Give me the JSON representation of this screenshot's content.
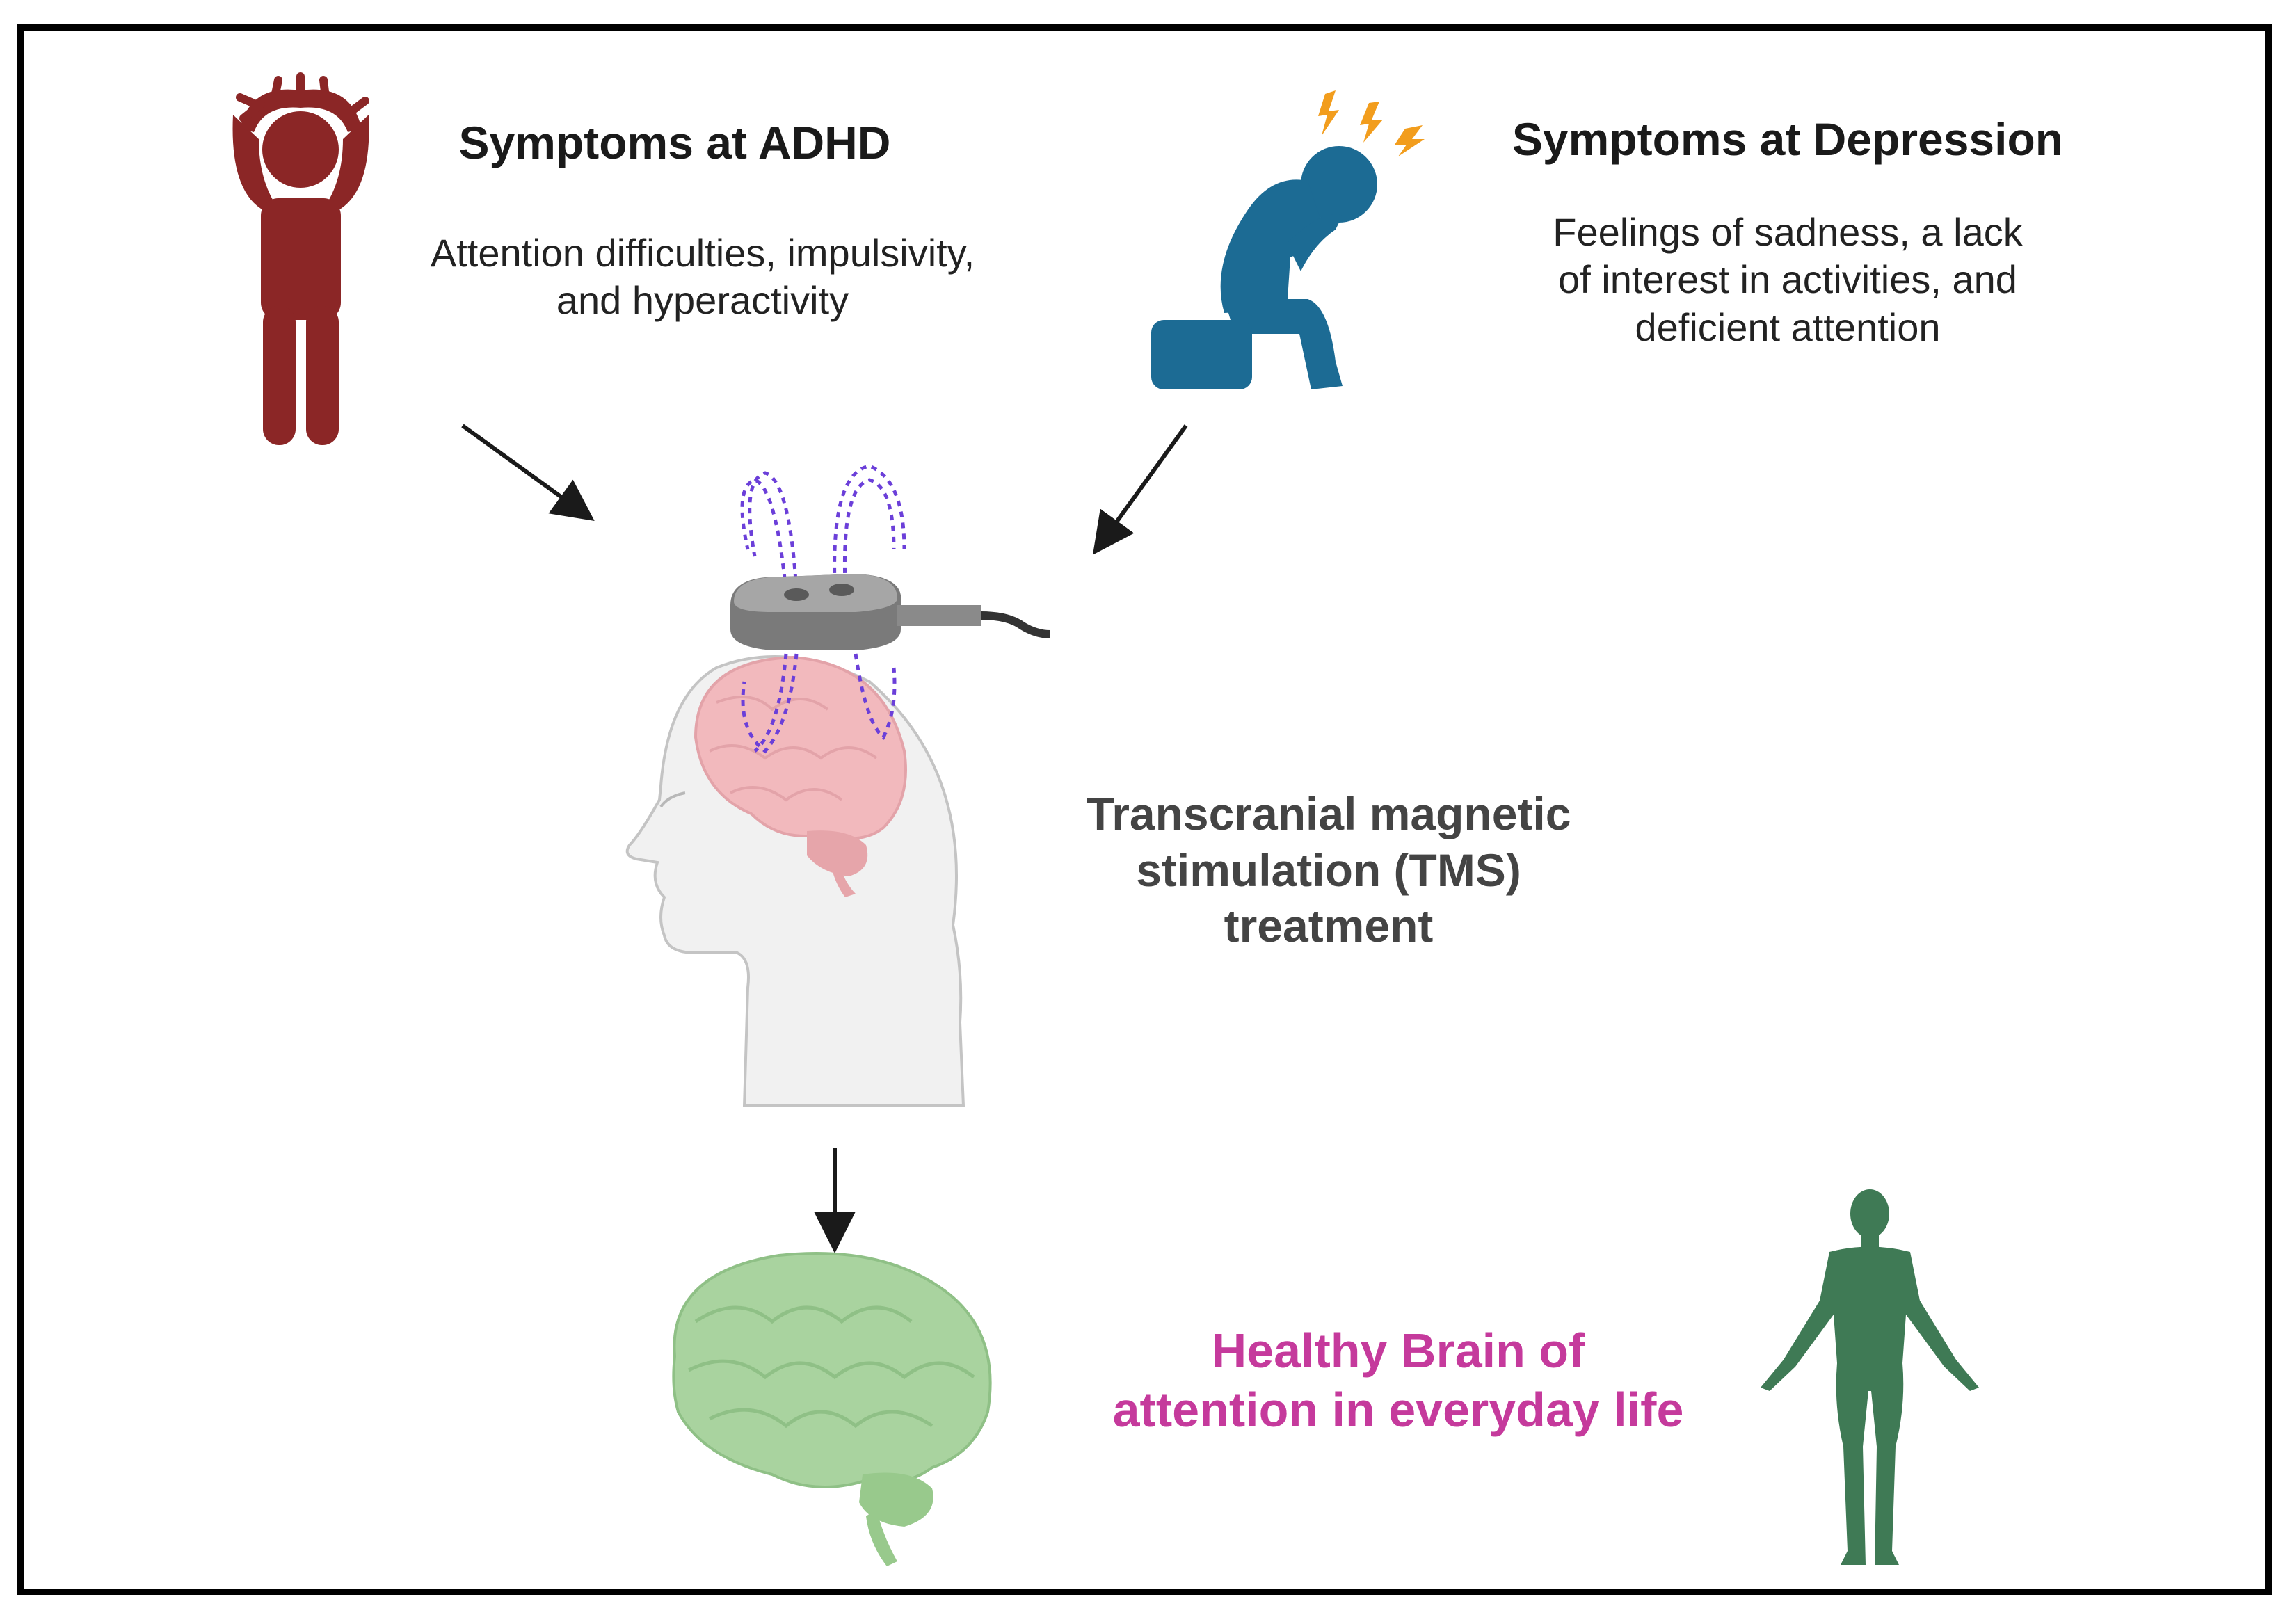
{
  "adhd": {
    "title": "Symptoms at ADHD",
    "description": "Attention difficulties, impulsivity,\nand hyperactivity",
    "figure_color": "#8b2626",
    "icon": "distressed-person-icon"
  },
  "depression": {
    "title": "Symptoms at Depression",
    "description": "Feelings of sadness,  a lack\nof interest in activities, and\ndeficient attention",
    "figure_color": "#1c6b94",
    "icon": "seated-person-head-in-hands-icon"
  },
  "treatment": {
    "label": "Transcranial magnetic\nstimulation (TMS)\ntreatment",
    "label_color": "#444444",
    "icon": "head-with-tms-coil-icon",
    "brain_color": "#f2b9bd",
    "field_color": "#6b3fd9"
  },
  "outcome": {
    "label": "Healthy Brain of\nattention in everyday life",
    "label_color": "#c53a9c",
    "brain_icon": "healthy-brain-icon",
    "brain_color": "#a9d39f",
    "body_icon": "standing-human-icon",
    "body_color": "#3f7a55"
  }
}
